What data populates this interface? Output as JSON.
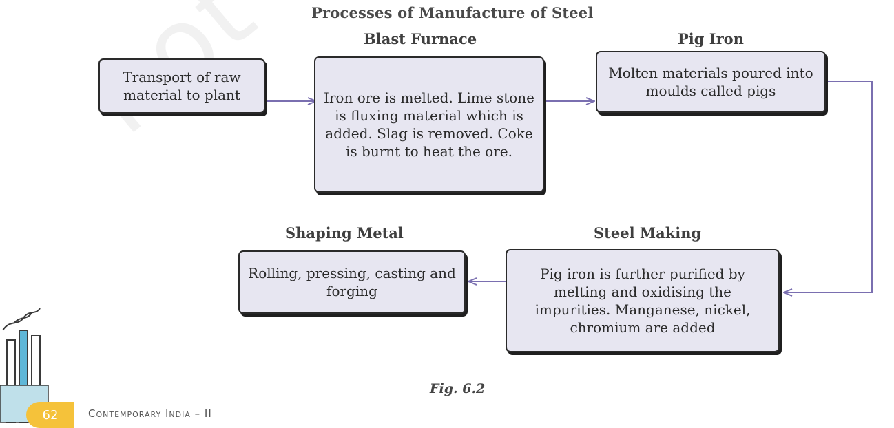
{
  "diagram": {
    "title": "Processes of Manufacture of Steel",
    "steps": [
      {
        "heading": "",
        "text": "Transport of raw material to plant"
      },
      {
        "heading": "Blast Furnace",
        "text": "Iron ore is melted. Lime stone is fluxing material which is added. Slag is removed. Coke is burnt to heat the ore."
      },
      {
        "heading": "Pig Iron",
        "text": "Molten materials poured into moulds called pigs"
      },
      {
        "heading": "Steel Making",
        "text": "Pig iron is further purified by melting and oxidising the impurities. Manganese, nickel, chromium are added"
      },
      {
        "heading": "Shaping Metal",
        "text": "Rolling, pressing, casting and forging"
      }
    ],
    "figure_caption": "Fig. 6.2",
    "colors": {
      "box_fill": "#e7e6f1",
      "arrow": "#7a6fb0",
      "badge": "#f5c23a"
    }
  },
  "footer": {
    "page_number": "62",
    "book_title": "Contemporary India – II",
    "icon": "factory-icon"
  }
}
